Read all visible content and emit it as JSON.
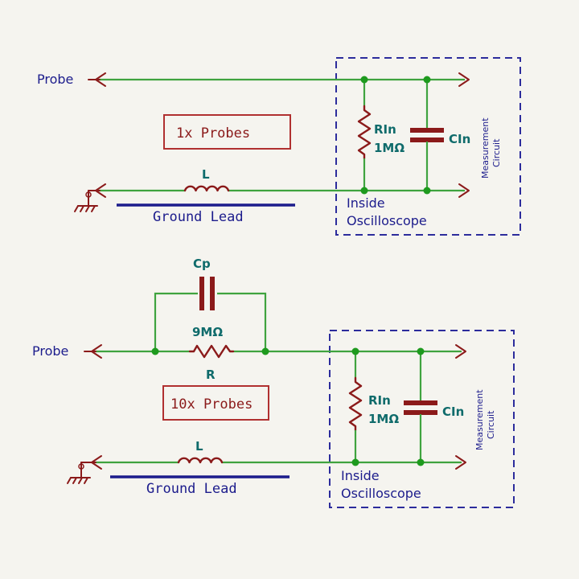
{
  "diagram_a": {
    "probe_label": "Probe",
    "box_label": "1x Probes",
    "inductor_label": "L",
    "ground_lead_label": "Ground Lead",
    "rin_label": "RIn",
    "rin_value": "1MΩ",
    "cin_label": "CIn",
    "inside_label_1": "Inside",
    "inside_label_2": "Oscilloscope",
    "measure_label_1": "Measurement",
    "measure_label_2": "Circuit"
  },
  "diagram_b": {
    "probe_label": "Probe",
    "box_label": "10x Probes",
    "cp_label": "Cp",
    "r_value": "9MΩ",
    "r_label": "R",
    "inductor_label": "L",
    "ground_lead_label": "Ground Lead",
    "rin_label": "RIn",
    "rin_value": "1MΩ",
    "cin_label": "CIn",
    "inside_label_1": "Inside",
    "inside_label_2": "Oscilloscope",
    "measure_label_1": "Measurement",
    "measure_label_2": "Circuit"
  }
}
